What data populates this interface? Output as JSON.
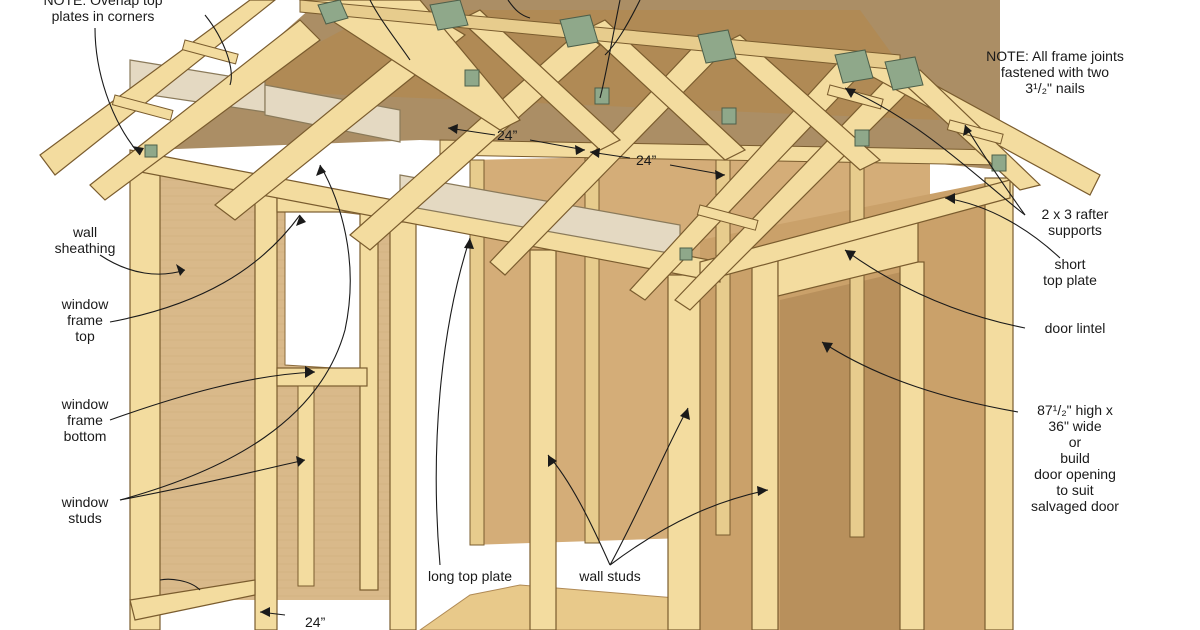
{
  "labels": {
    "overlap_note": "NOTE: Overlap top\nplates in corners",
    "frame_joints_note": "NOTE: All frame joints\nfastened with two\n3¹/₂\" nails",
    "wall_sheathing": "wall\nsheathing",
    "window_frame_top": "window\nframe\ntop",
    "window_frame_bottom": "window\nframe\nbottom",
    "window_studs": "window\nstuds",
    "rafter_supports": "2 x 3 rafter\nsupports",
    "short_top_plate": "short\ntop plate",
    "door_lintel": "door lintel",
    "door_opening": "87¹/₂\" high x\n36\" wide\nor\nbuild\ndoor opening\nto suit\nsalvaged door",
    "long_top_plate": "long top plate",
    "wall_studs": "wall studs"
  },
  "dimensions": {
    "rafter_spacing_1": "24”",
    "rafter_spacing_2": "24”",
    "stud_spacing": "24”"
  },
  "colors": {
    "lumber": "#f3dc9f",
    "lumber_shadow": "#dcbf7c",
    "sheathing": "#d9b98a",
    "sheathing_dark": "#c49a68",
    "plate_grey": "#e4d9c2",
    "connector": "#8fa88a",
    "outline": "#7a5c2e",
    "floor": "#e8c98a"
  }
}
